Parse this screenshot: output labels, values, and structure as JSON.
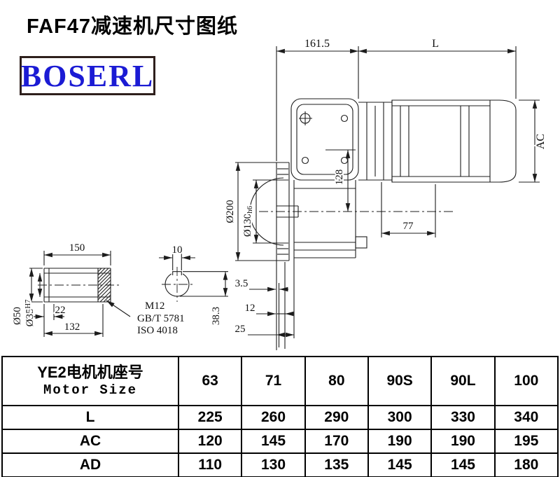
{
  "page": {
    "title": "FAF47减速机尺寸图纸",
    "brand": "BOSERL"
  },
  "colors": {
    "brand_text": "#1b1bd4",
    "brand_border": "#2e1f1c",
    "line": "#1c1c1c"
  },
  "drawing": {
    "dim_161_5": "161.5",
    "dim_L": "L",
    "dim_AC": "AC",
    "dia_200": "Ø200",
    "dia_130_base": "Ø130",
    "dia_130_tol": "h6",
    "dim_128": "128",
    "dim_77": "77",
    "dim_150": "150",
    "dim_10": "10",
    "dia_50": "Ø50",
    "dia_35_base": "Ø35",
    "dia_35_tol": "H7",
    "dim_22": "22",
    "dim_132": "132",
    "note_m12": "M12",
    "note_gb": "GB/T 5781",
    "note_iso": "ISO 4018",
    "dim_3_5": "3.5",
    "dim_12": "12",
    "dim_25": "25",
    "dim_38_3": "38.3"
  },
  "table": {
    "header_cn": "YE2电机机座号",
    "header_en": "Motor Size",
    "columns": [
      "63",
      "71",
      "80",
      "90S",
      "90L",
      "100"
    ],
    "rows": [
      {
        "label": "L",
        "values": [
          "225",
          "260",
          "290",
          "300",
          "330",
          "340"
        ]
      },
      {
        "label": "AC",
        "values": [
          "120",
          "145",
          "170",
          "190",
          "190",
          "195"
        ]
      },
      {
        "label": "AD",
        "values": [
          "110",
          "130",
          "135",
          "145",
          "145",
          "180"
        ]
      }
    ]
  }
}
